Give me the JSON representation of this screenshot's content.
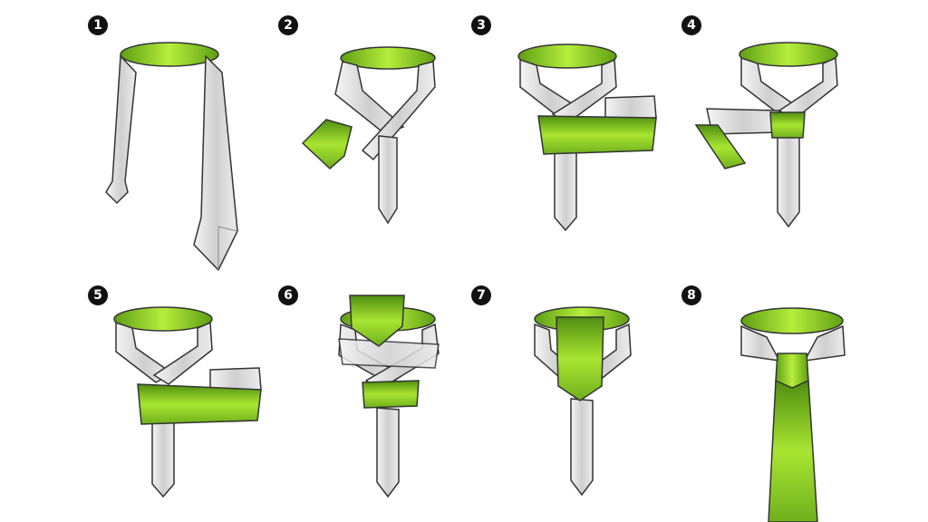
{
  "steps": [
    {
      "number": "1"
    },
    {
      "number": "2"
    },
    {
      "number": "3"
    },
    {
      "number": "4"
    },
    {
      "number": "5"
    },
    {
      "number": "6"
    },
    {
      "number": "7"
    },
    {
      "number": "8"
    }
  ],
  "colors": {
    "tie_green": "#8fd12b",
    "tie_green_dark": "#4f8e10",
    "tie_silver": "#d8d8d8",
    "outline": "#333333",
    "badge": "#111111"
  }
}
